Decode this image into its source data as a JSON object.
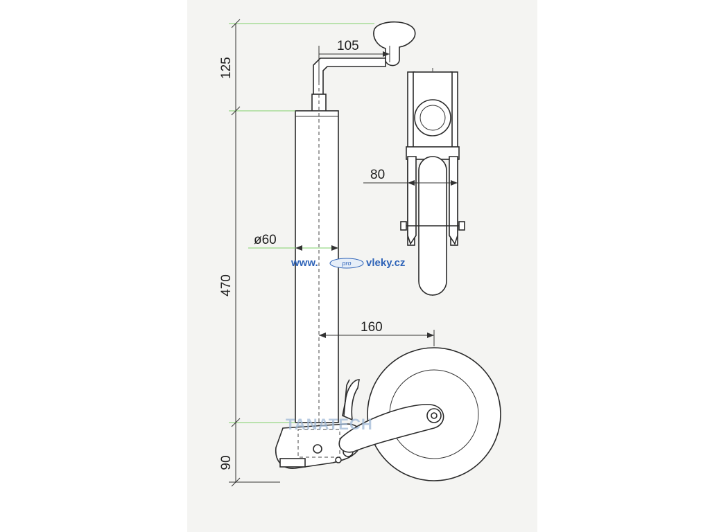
{
  "dimensions": {
    "handle_height": "125",
    "handle_offset": "105",
    "tube_length": "470",
    "tube_diameter": "ø60",
    "wheel_offset": "160",
    "wheel_width": "80",
    "foot_height": "90"
  },
  "watermark": {
    "url_left": "www.",
    "url_mid": "pro",
    "url_right": "vleky.cz",
    "brand": "TANATECH"
  }
}
